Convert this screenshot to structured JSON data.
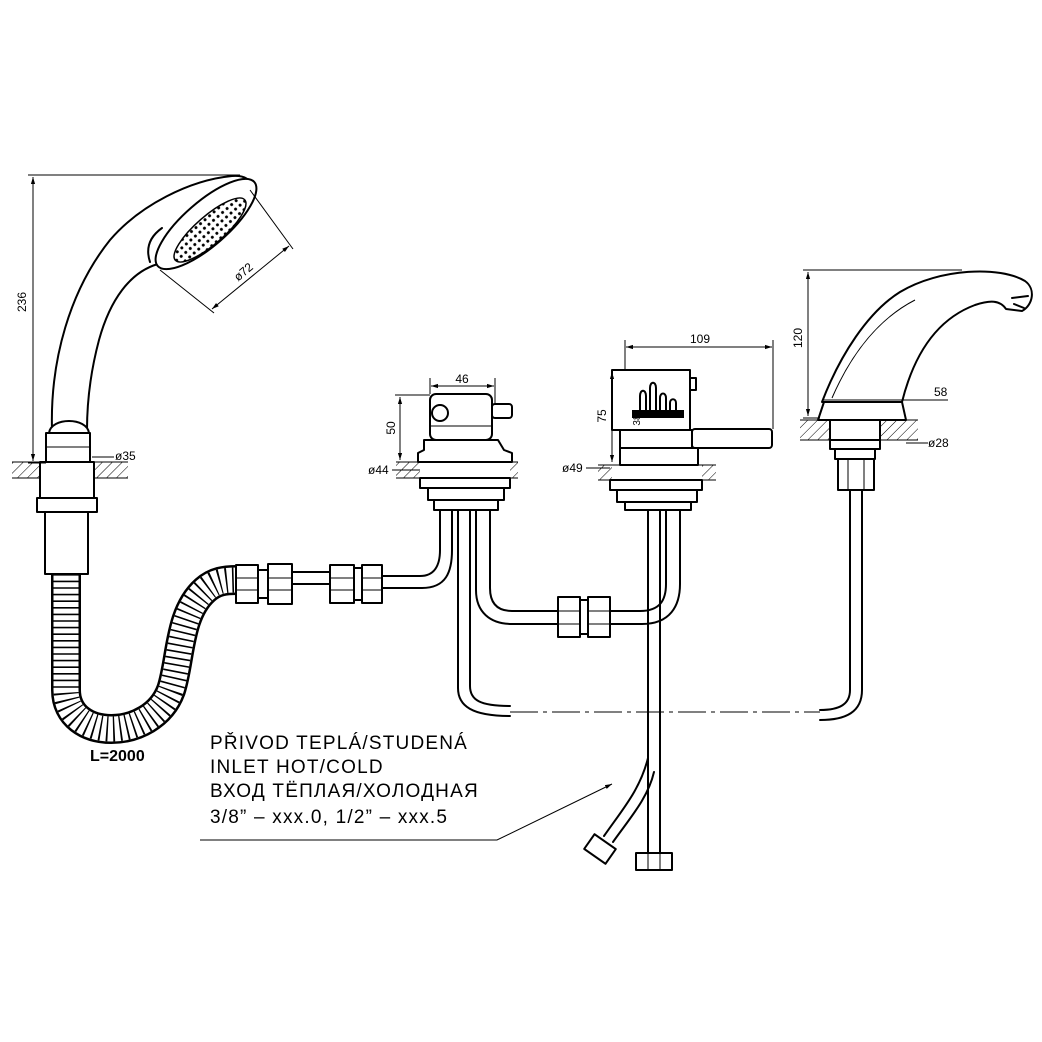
{
  "labels": {
    "shower_height": "236",
    "shower_head_dia": "ø72",
    "shower_base_dia": "ø35",
    "hose_length": "L=2000",
    "diverter_width": "46",
    "diverter_height": "50",
    "diverter_base_dia": "ø44",
    "mixer_width": "109",
    "mixer_height": "75",
    "mixer_small": "38",
    "mixer_base_dia": "ø49",
    "spout_height": "120",
    "spout_reach": "58",
    "spout_base_dia": "ø28"
  },
  "note": {
    "lines": [
      "PŘIVOD TEPLÁ/STUDENÁ",
      "INLET HOT/COLD",
      "ВХОД ТЁПЛАЯ/ХОЛОДНАЯ",
      "3/8” – xxx.0, 1/2” – xxx.5"
    ]
  }
}
